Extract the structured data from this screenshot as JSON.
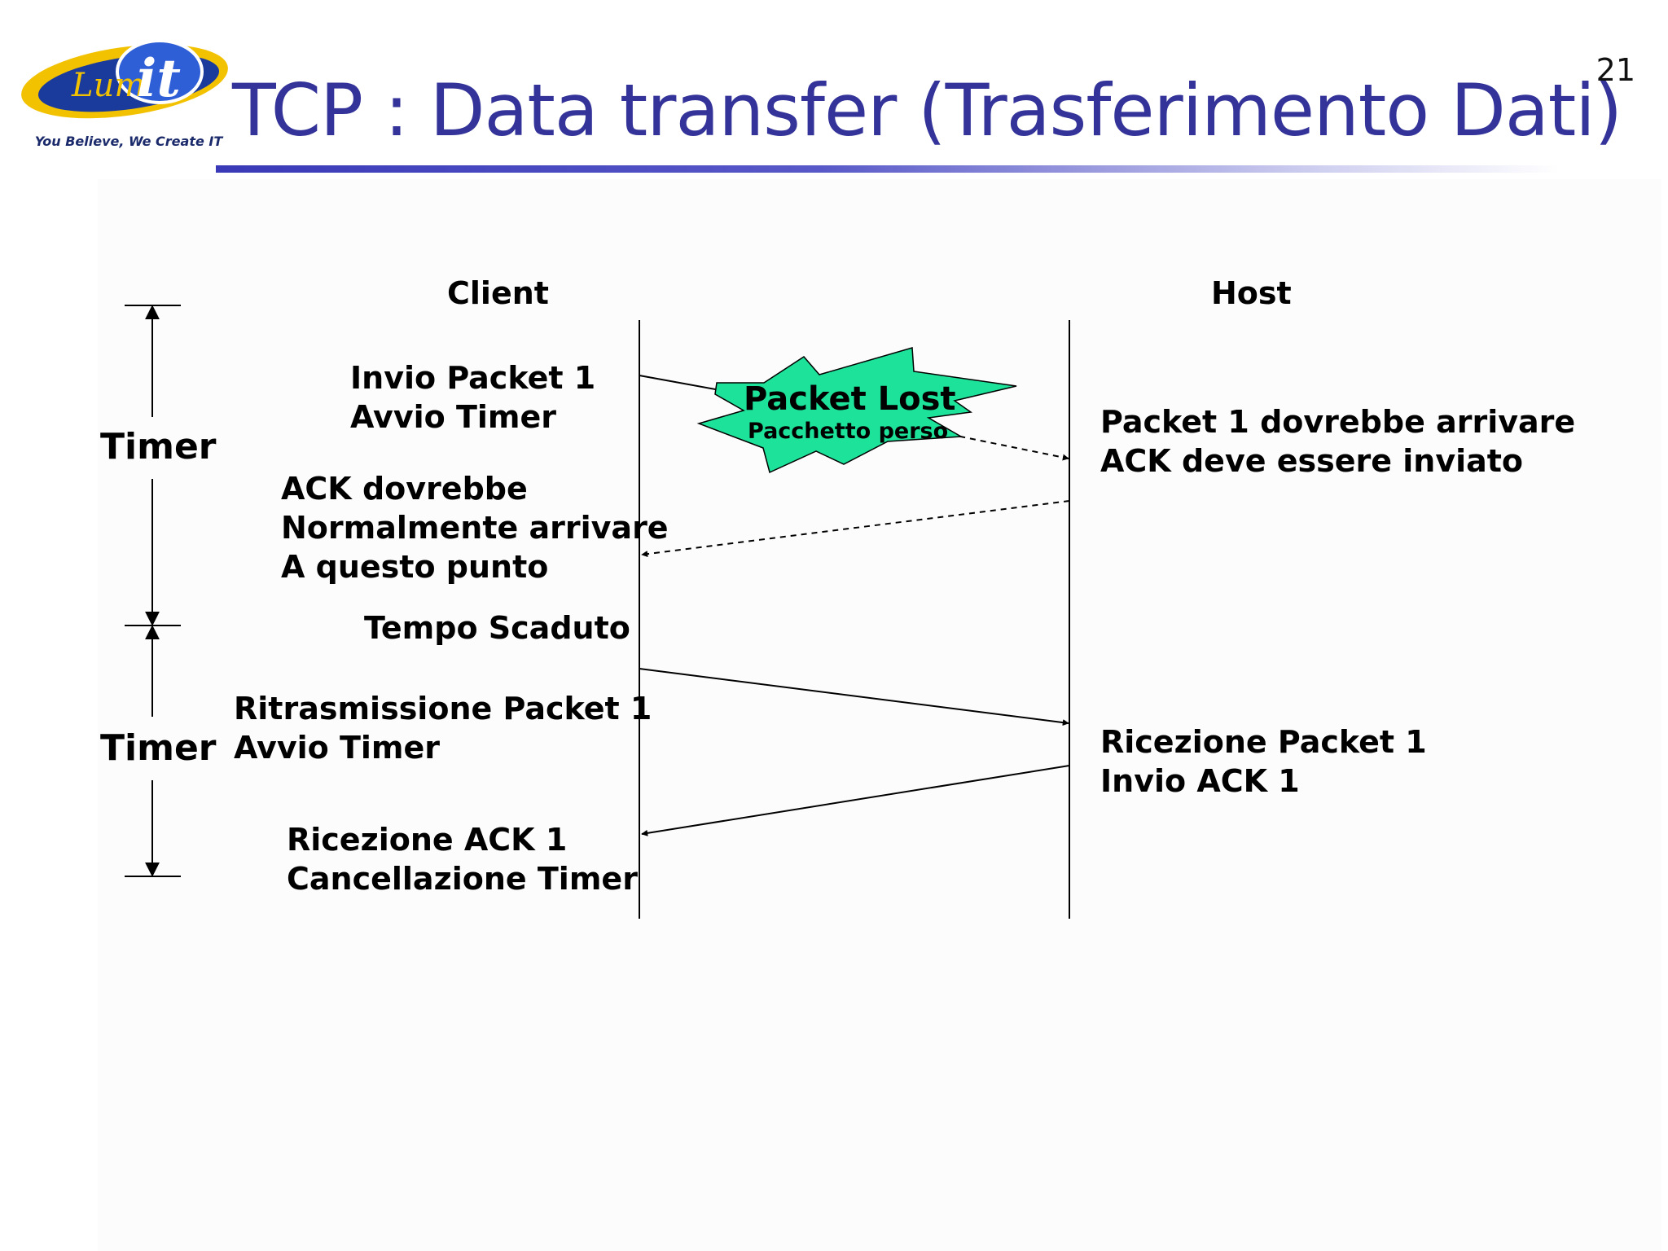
{
  "slide": {
    "title": "TCP : Data transfer (Trasferimento Dati)",
    "page_number": "21",
    "logo_tagline": "You Believe, We Create IT",
    "logo_word": "Lum it",
    "title_color": "#333399"
  },
  "diagram": {
    "client_label": "Client",
    "host_label": "Host",
    "timer_labels": [
      "Timer",
      "Timer"
    ],
    "client_notes": {
      "send_packet": [
        "Invio Packet 1",
        "Avvio Timer"
      ],
      "ack_expected": [
        "ACK dovrebbe",
        "Normalmente arrivare",
        "A questo punto"
      ],
      "timeout": "Tempo Scaduto",
      "retransmit": [
        "Ritrasmissione Packet 1",
        "Avvio Timer"
      ],
      "ack_received": [
        "Ricezione ACK 1",
        "Cancellazione Timer"
      ]
    },
    "host_notes": {
      "should_arrive": [
        "Packet 1 dovrebbe arrivare",
        "ACK deve essere inviato"
      ],
      "received": [
        "Ricezione Packet 1",
        "Invio ACK 1"
      ]
    },
    "loss_burst": {
      "title": "Packet Lost",
      "subtitle": "Pacchetto perso",
      "fill_color": "#1de29a"
    }
  }
}
